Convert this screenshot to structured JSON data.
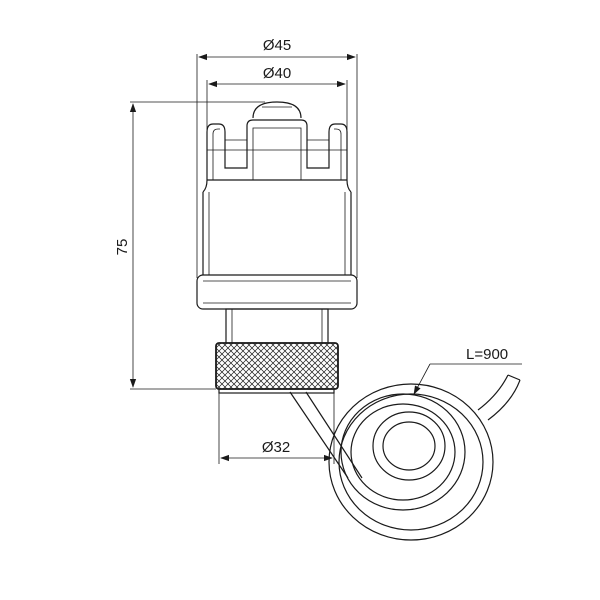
{
  "dimensions": {
    "outer_diameter": "Ø45",
    "inner_diameter": "Ø40",
    "height": "75",
    "thread_diameter": "Ø32",
    "cable_length": "L=900"
  },
  "colors": {
    "line": "#1a1a1a",
    "background": "#ffffff"
  }
}
